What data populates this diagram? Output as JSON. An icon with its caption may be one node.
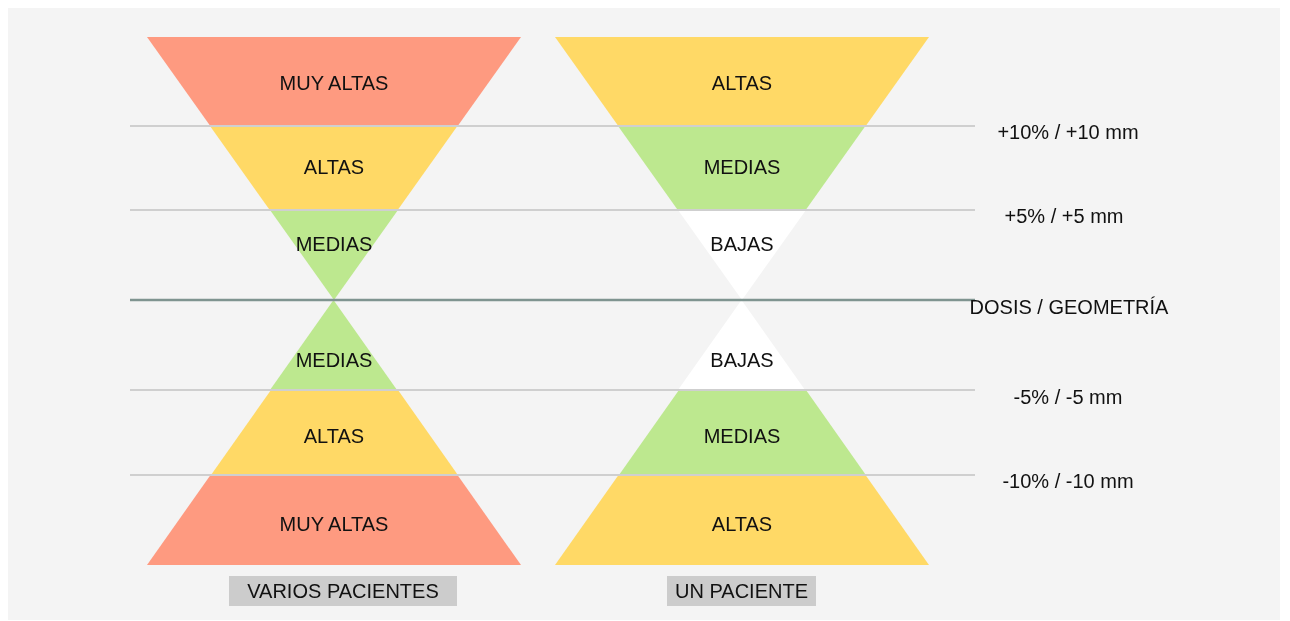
{
  "diagram": {
    "nodes": [
      {
        "text": [
          "MUY ALTAS"
        ]
      },
      {
        "text": [
          "ALTAS"
        ]
      },
      {
        "text": [
          "MEDIAS"
        ]
      },
      {
        "text": [
          "MEDIAS"
        ]
      },
      {
        "text": [
          "ALTAS"
        ]
      },
      {
        "text": [
          "MUY ALTAS"
        ]
      },
      {
        "text": [
          "VARIOS PACIENTES"
        ]
      },
      {
        "text": [
          "ALTAS"
        ]
      },
      {
        "text": [
          "MEDIAS"
        ]
      },
      {
        "text": [
          "BAJAS"
        ]
      },
      {
        "text": [
          "BAJAS"
        ]
      },
      {
        "text": [
          "MEDIAS"
        ]
      },
      {
        "text": [
          "ALTAS"
        ]
      },
      {
        "text": [
          "UN PACIENTE"
        ]
      }
    ],
    "labels": [
      "+10% / +10 mm",
      "+5% / +5 mm",
      "DOSIS / GEOMETRÍA",
      "-5% / -5 mm",
      "-10% / -10 mm"
    ]
  }
}
